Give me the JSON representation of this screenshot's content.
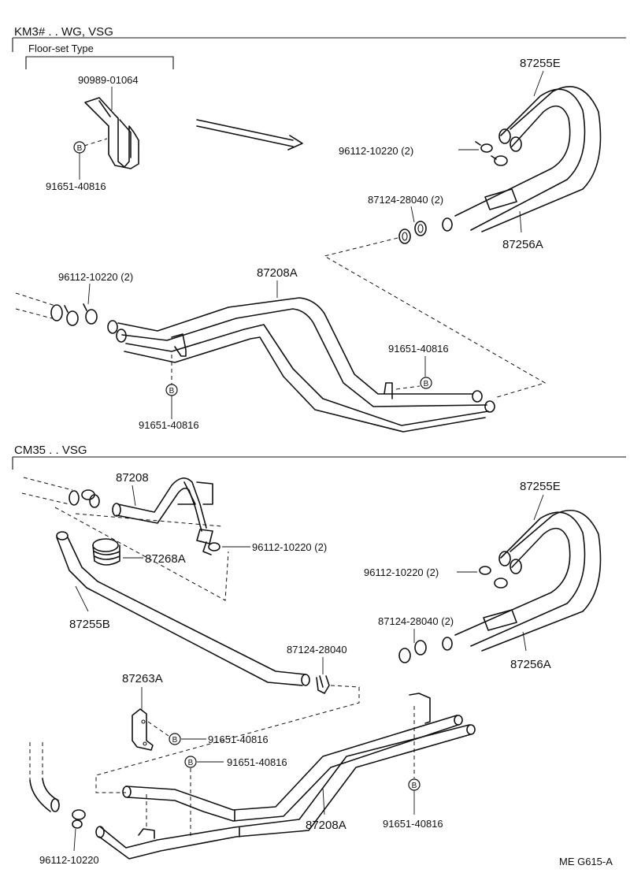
{
  "sections": [
    {
      "title": "KM3# . . WG, VSG",
      "subtitle": "Floor-set Type",
      "labels": {
        "bracket_part": "90989-01064",
        "bolt_bracket": "91651-40816",
        "hose_e": "87255E",
        "clamp_e": "96112-10220 (2)",
        "clamp_mid": "87124-28040 (2)",
        "hose_a": "87256A",
        "pipe_a": "87208A",
        "clamp_left": "96112-10220 (2)",
        "bolt_right": "91651-40816",
        "bolt_bottom": "91651-40816"
      }
    },
    {
      "title": "CM35 . . VSG",
      "labels": {
        "pipe": "87208",
        "grommet": "87268A",
        "clamp_pipe": "96112-10220 (2)",
        "hose_b": "87255B",
        "hose_e": "87255E",
        "clamp_e": "96112-10220 (2)",
        "clamp_mid": "87124-28040 (2)",
        "hose_a": "87256A",
        "clip": "87124-28040",
        "bracket": "87263A",
        "bolt_1": "91651-40816",
        "bolt_2": "91651-40816",
        "pipe_a": "87208A",
        "bolt_3": "91651-40816",
        "clamp_bottom": "96112-10220"
      }
    }
  ],
  "bolt_symbol": "B",
  "drawing_code": "ME  G615-A"
}
